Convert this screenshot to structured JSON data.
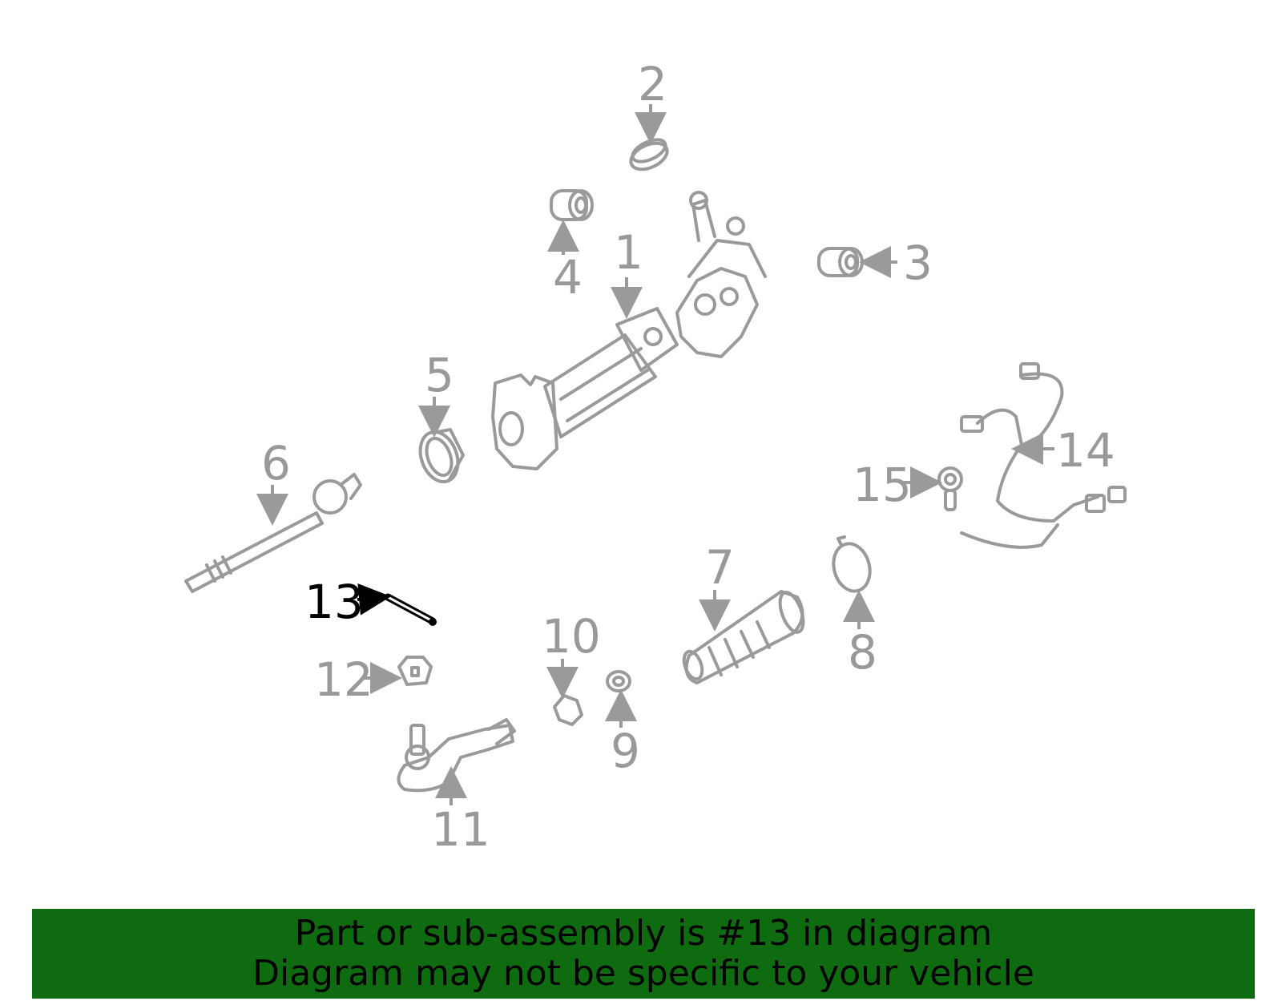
{
  "callouts": {
    "c1": "1",
    "c2": "2",
    "c3": "3",
    "c4": "4",
    "c5": "5",
    "c6": "6",
    "c7": "7",
    "c8": "8",
    "c9": "9",
    "c10": "10",
    "c11": "11",
    "c12": "12",
    "c13": "13",
    "c14": "14",
    "c15": "15"
  },
  "highlight": "13",
  "colors": {
    "banner": "#0f6b0f",
    "callout": "#999999",
    "highlight": "#000000"
  },
  "banner": {
    "line1": "Part or sub-assembly is #13 in diagram",
    "line2": "Diagram may not be specific to your vehicle"
  }
}
